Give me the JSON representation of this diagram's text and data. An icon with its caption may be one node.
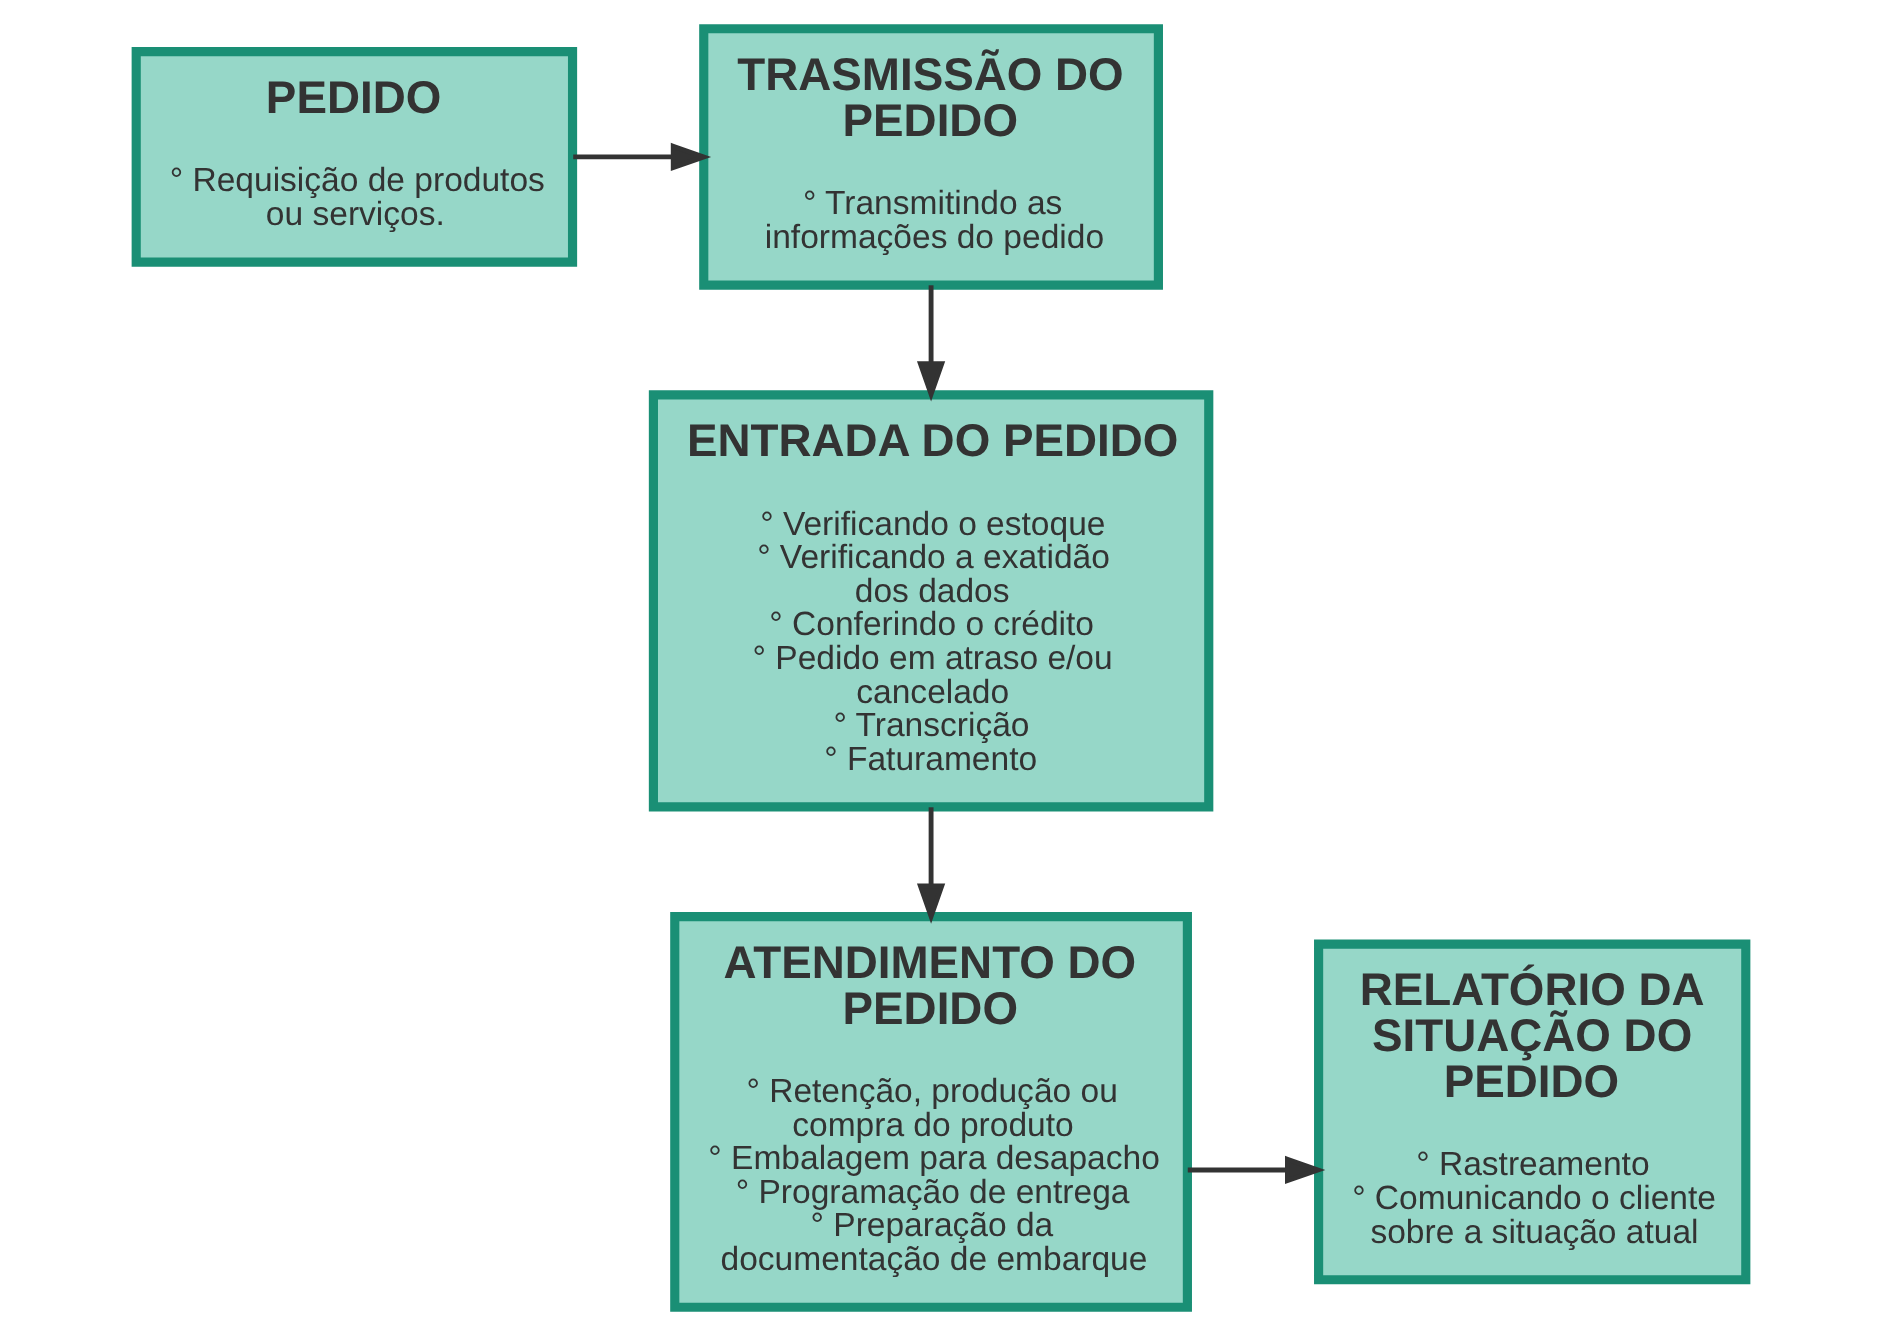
{
  "diagram": {
    "nodes": [
      {
        "text": [
          "PEDIDO",
          "° Requisição de produtos ou serviços."
        ]
      },
      {
        "text": [
          "TRASMISSÃO DO PEDIDO",
          "° Transmitindo as informações do pedido"
        ]
      },
      {
        "text": [
          "ENTRADA DO PEDIDO",
          "° Verificando o estoque",
          "° Verificando a exatidão dos dados",
          "° Conferindo o crédito",
          "° Pedido em atraso e/ou cancelado",
          "° Transcrição",
          "° Faturamento"
        ]
      },
      {
        "text": [
          "RELATÓRIO DA SITUAÇÃO DO PEDIDO",
          "° Rastreamento",
          "° Comunicando o cliente sobre a situação atual"
        ]
      },
      {
        "text": [
          "ATENDIMENTO DO PEDIDO",
          "° Retenção, produção ou compra do produto",
          "° Embalagem para desapacho",
          "° Programação de entrega",
          "° Preparação da documentação de embarque"
        ]
      }
    ],
    "edges": [
      {
        "from": 0,
        "to": 1,
        "arrow": "to"
      },
      {
        "from": 1,
        "to": 2,
        "arrow": "to"
      },
      {
        "from": 2,
        "to": 4,
        "arrow": "to"
      },
      {
        "from": 4,
        "to": 3,
        "arrow": "to"
      }
    ]
  }
}
